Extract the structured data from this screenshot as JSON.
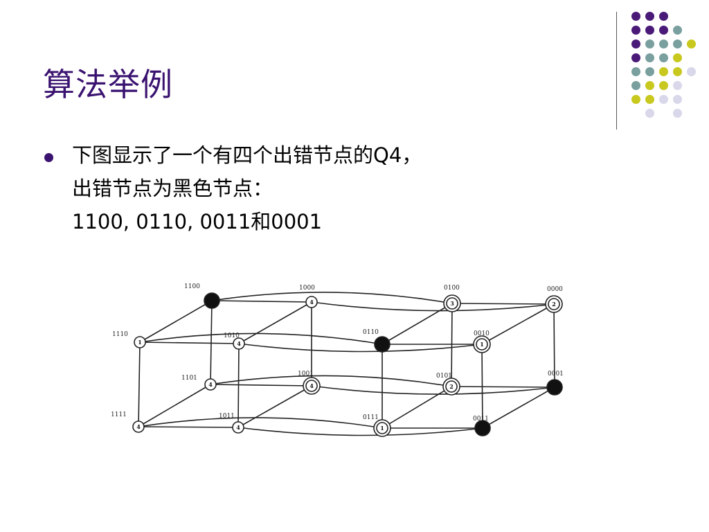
{
  "slide": {
    "title": "算法举例",
    "bullet": {
      "lines": [
        "下图显示了一个有四个出错节点的Q4，",
        "出错节点为黑色节点：",
        "1100, 0110, 0011和0001"
      ]
    }
  },
  "decoration": {
    "colors": {
      "purple": "#4a1a78",
      "teal": "#7a9f9f",
      "yellow": "#c8c81e",
      "lavender": "#d8d8ea"
    },
    "dot_pattern": [
      [
        "purple",
        "purple",
        "purple",
        null,
        null
      ],
      [
        "purple",
        "purple",
        "purple",
        "teal",
        null
      ],
      [
        "purple",
        "teal",
        "teal",
        "teal",
        "yellow"
      ],
      [
        "purple",
        "teal",
        "teal",
        "yellow",
        null
      ],
      [
        "teal",
        "teal",
        "yellow",
        "yellow",
        "lavender"
      ],
      [
        "teal",
        "yellow",
        "yellow",
        "lavender",
        null
      ],
      [
        "yellow",
        "yellow",
        "lavender",
        "lavender",
        null
      ],
      [
        null,
        "lavender",
        null,
        "lavender",
        null
      ]
    ]
  },
  "diagram": {
    "nodes": [
      {
        "id": "1100",
        "label": "1100",
        "faulty": true,
        "value": "",
        "double": false
      },
      {
        "id": "1000",
        "label": "1000",
        "faulty": false,
        "value": "4",
        "double": false
      },
      {
        "id": "0100",
        "label": "0100",
        "faulty": false,
        "value": "3",
        "double": true
      },
      {
        "id": "0000",
        "label": "0000",
        "faulty": false,
        "value": "2",
        "double": true
      },
      {
        "id": "1110",
        "label": "1110",
        "faulty": false,
        "value": "1",
        "double": false
      },
      {
        "id": "1010",
        "label": "1010",
        "faulty": false,
        "value": "4",
        "double": false
      },
      {
        "id": "0110",
        "label": "0110",
        "faulty": true,
        "value": "",
        "double": false
      },
      {
        "id": "0010",
        "label": "0010",
        "faulty": false,
        "value": "1",
        "double": true
      },
      {
        "id": "1101",
        "label": "1101",
        "faulty": false,
        "value": "4",
        "double": false
      },
      {
        "id": "1001",
        "label": "1001",
        "faulty": false,
        "value": "4",
        "double": true
      },
      {
        "id": "0101",
        "label": "0101",
        "faulty": false,
        "value": "2",
        "double": true
      },
      {
        "id": "0001",
        "label": "0001",
        "faulty": true,
        "value": "",
        "double": false
      },
      {
        "id": "1111",
        "label": "1111",
        "faulty": false,
        "value": "4",
        "double": false
      },
      {
        "id": "1011",
        "label": "1011",
        "faulty": false,
        "value": "4",
        "double": false
      },
      {
        "id": "0111",
        "label": "0111",
        "faulty": false,
        "value": "1",
        "double": true
      },
      {
        "id": "0011",
        "label": "0011",
        "faulty": true,
        "value": "",
        "double": false
      }
    ]
  }
}
